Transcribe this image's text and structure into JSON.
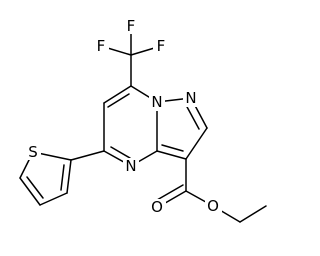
{
  "molecule": {
    "atom_labels": {
      "f1": "F",
      "f2": "F",
      "f3": "F",
      "n_bridge": "N",
      "n_pyrazole": "N",
      "n_pyrimidine": "N",
      "s_thiophene": "S",
      "o_carbonyl": "O",
      "o_ester": "O"
    },
    "colors": {
      "bond": "#000000",
      "label": "#000000",
      "background": "#ffffff"
    }
  }
}
